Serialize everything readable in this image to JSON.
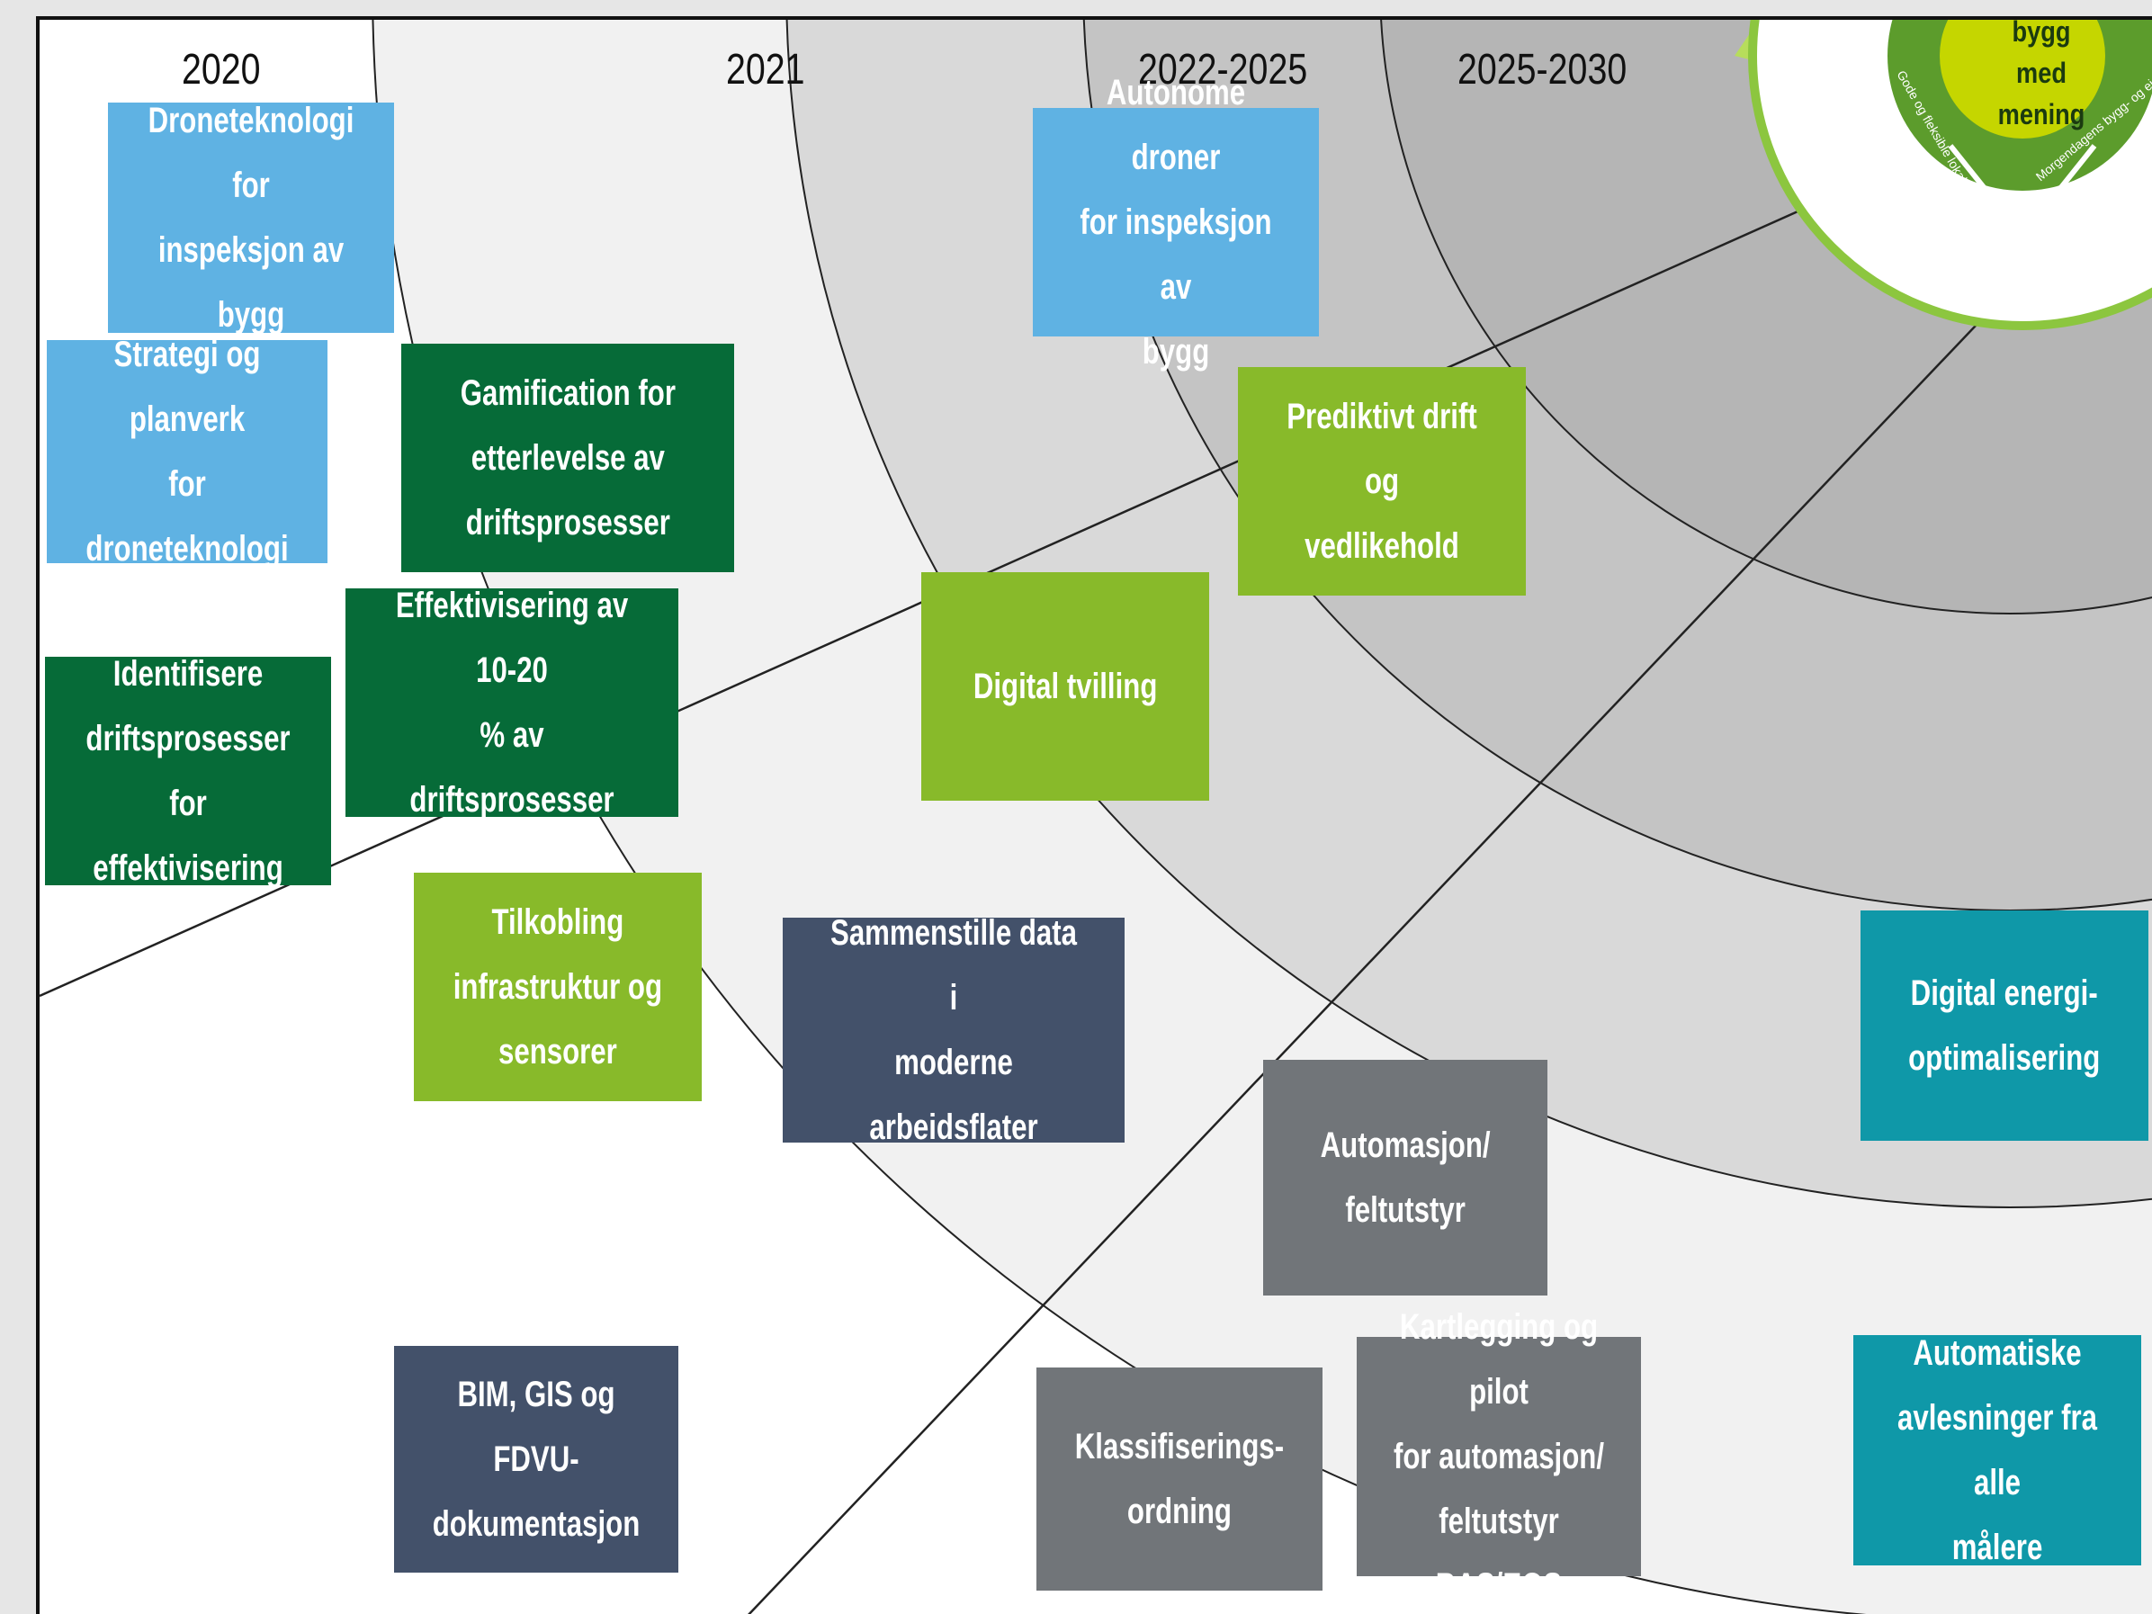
{
  "years": [
    "2020",
    "2021",
    "2022-2025",
    "2025-2030"
  ],
  "logo": {
    "center_text": "bygg\nmed\nmening",
    "ring_text_left": "Gode og fleksible lokaler",
    "ring_text_right": "Morgendagens bygg- og eiendomsledelse",
    "colors": {
      "center": "#c5d600",
      "ring": "#5c9c2c",
      "outer": "#8cc63f"
    }
  },
  "boxes": [
    {
      "id": "droneteknologi",
      "text": "Droneteknologi for\ninspeksjon av bygg",
      "color": "blue"
    },
    {
      "id": "strategi",
      "text": "Strategi og planverk\nfor droneteknologi",
      "color": "blue"
    },
    {
      "id": "gamification",
      "text": "Gamification for\netterlevelse av\ndriftsprosesser",
      "color": "dgreen"
    },
    {
      "id": "effektivisering",
      "text": "Effektivisering av 10-20\n% av driftsprosesser",
      "color": "dgreen"
    },
    {
      "id": "identifisere",
      "text": "Identifisere\ndriftsprosesser for\neffektivisering",
      "color": "dgreen"
    },
    {
      "id": "autonome",
      "text": "Autonome droner\nfor inspeksjon av\nbygg",
      "color": "blue"
    },
    {
      "id": "prediktivt",
      "text": "Prediktivt drift og\nvedlikehold",
      "color": "lgreen"
    },
    {
      "id": "digital-tvilling",
      "text": "Digital tvilling",
      "color": "lgreen"
    },
    {
      "id": "tilkobling",
      "text": "Tilkobling\ninfrastruktur og\nsensorer",
      "color": "lgreen"
    },
    {
      "id": "sammenstille",
      "text": "Sammenstille data i\nmoderne arbeidsflater",
      "color": "navy"
    },
    {
      "id": "automasjon",
      "text": "Automasjon/\nfeltutstyr",
      "color": "grey"
    },
    {
      "id": "digital-energi",
      "text": "Digital energi-\noptimalisering",
      "color": "teal"
    },
    {
      "id": "bim",
      "text": "BIM, GIS og FDVU-\ndokumentasjon",
      "color": "navy"
    },
    {
      "id": "klassifisering",
      "text": "Klassifiserings-\nordning",
      "color": "grey"
    },
    {
      "id": "kartlegging",
      "text": "Kartlegging og pilot\nfor automasjon/\nfeltutstyr BAS/EOS",
      "color": "grey"
    },
    {
      "id": "automatiske",
      "text": "Automatiske\navlesninger fra alle\nmålere",
      "color": "teal"
    }
  ]
}
